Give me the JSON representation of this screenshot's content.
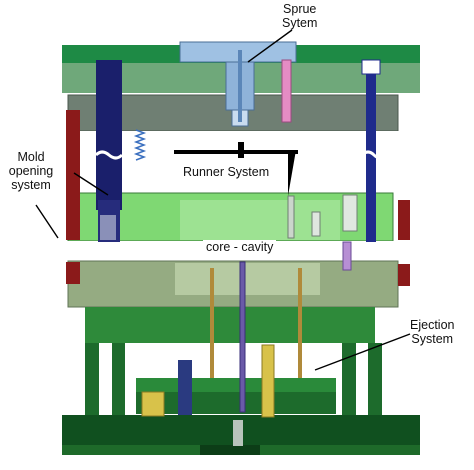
{
  "labels": {
    "sprue": [
      "Sprue",
      "Sytem"
    ],
    "mold_opening": [
      "Mold",
      "opening",
      "system"
    ],
    "runner": "Runner System",
    "core_cavity": "core - cavity",
    "ejection": [
      "Ejection",
      "System"
    ]
  },
  "colors": {
    "plate_dark_green": "#0f5f2c",
    "plate_mid_green": "#2d8a3e",
    "plate_light_green": "#7cd06b",
    "plate_olive": "#8aa676",
    "plate_gray": "#6d7d70",
    "sprue_blue": "#8fb3d9",
    "guide_pin_navy": "#1a1f6b",
    "leader_pin_red": "#8b1a1a",
    "runner_black": "#000000",
    "ejector_pin_purple": "#5b4aa0",
    "ejector_pin_tan": "#b08a3a",
    "pink_pin": "#e58cc4",
    "yellow_block": "#d8c24a"
  }
}
